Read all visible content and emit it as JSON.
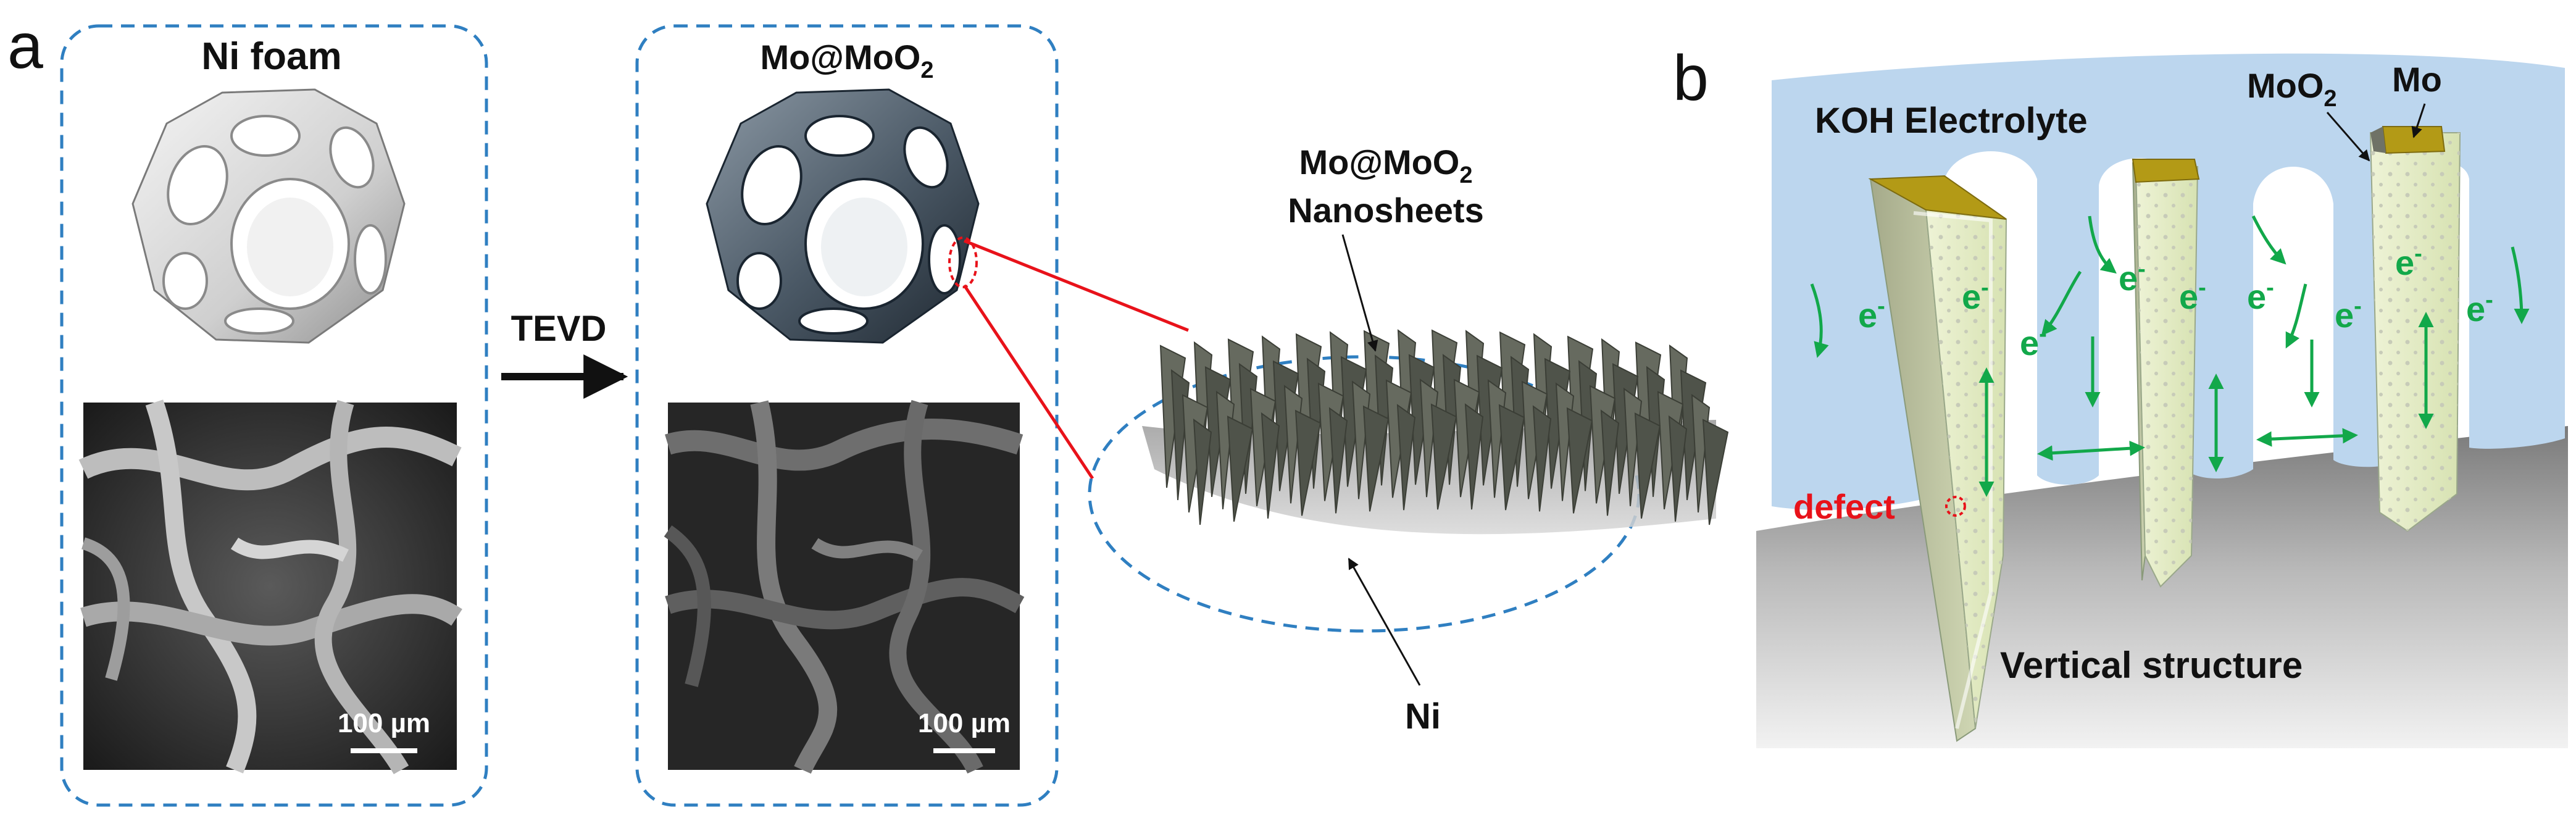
{
  "panel_a": {
    "letter": "a",
    "ni_foam_title": "Ni foam",
    "mo_title_base": "Mo@MoO",
    "mo_title_sub": "2",
    "process_label": "TEVD",
    "scale_bar_left": "100 µm",
    "scale_bar_right": "100 µm",
    "zoom_title_line1_base": "Mo@MoO",
    "zoom_title_line1_sub": "2",
    "zoom_title_line2": "Nanosheets",
    "substrate_label": "Ni"
  },
  "panel_b": {
    "letter": "b",
    "electrolyte_label": "KOH Electrolyte",
    "moo2_label_base": "MoO",
    "moo2_label_sub": "2",
    "mo_label": "Mo",
    "defect_label": "defect",
    "electron_label": "e",
    "electron_sup": "-",
    "bottom_label": "Vertical structure"
  },
  "colors": {
    "dashed_border": "#2f7fc1",
    "zoom_line": "#e8121a",
    "electrolyte": "#bcd6ee",
    "electron_green": "#12a84a",
    "defect_red": "#e8121a",
    "mo_gold": "#b39a16"
  }
}
